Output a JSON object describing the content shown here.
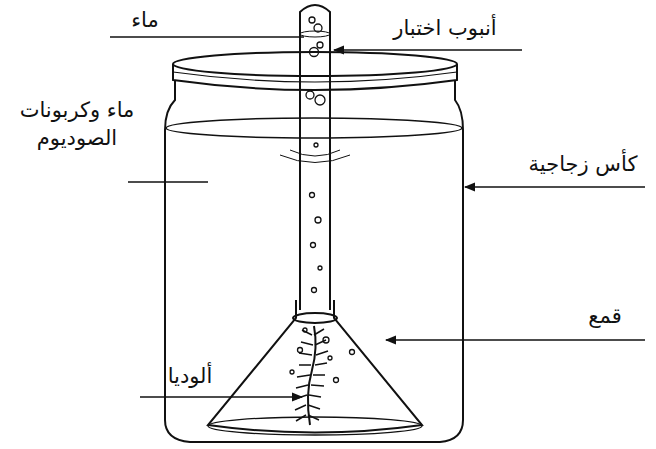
{
  "diagram": {
    "labels": [
      "ماء",
      "أنبوب اختبار",
      "ماء وكربونات الصوديوم",
      "كأس زجاجية",
      "قمع",
      "ألوديا"
    ]
  }
}
